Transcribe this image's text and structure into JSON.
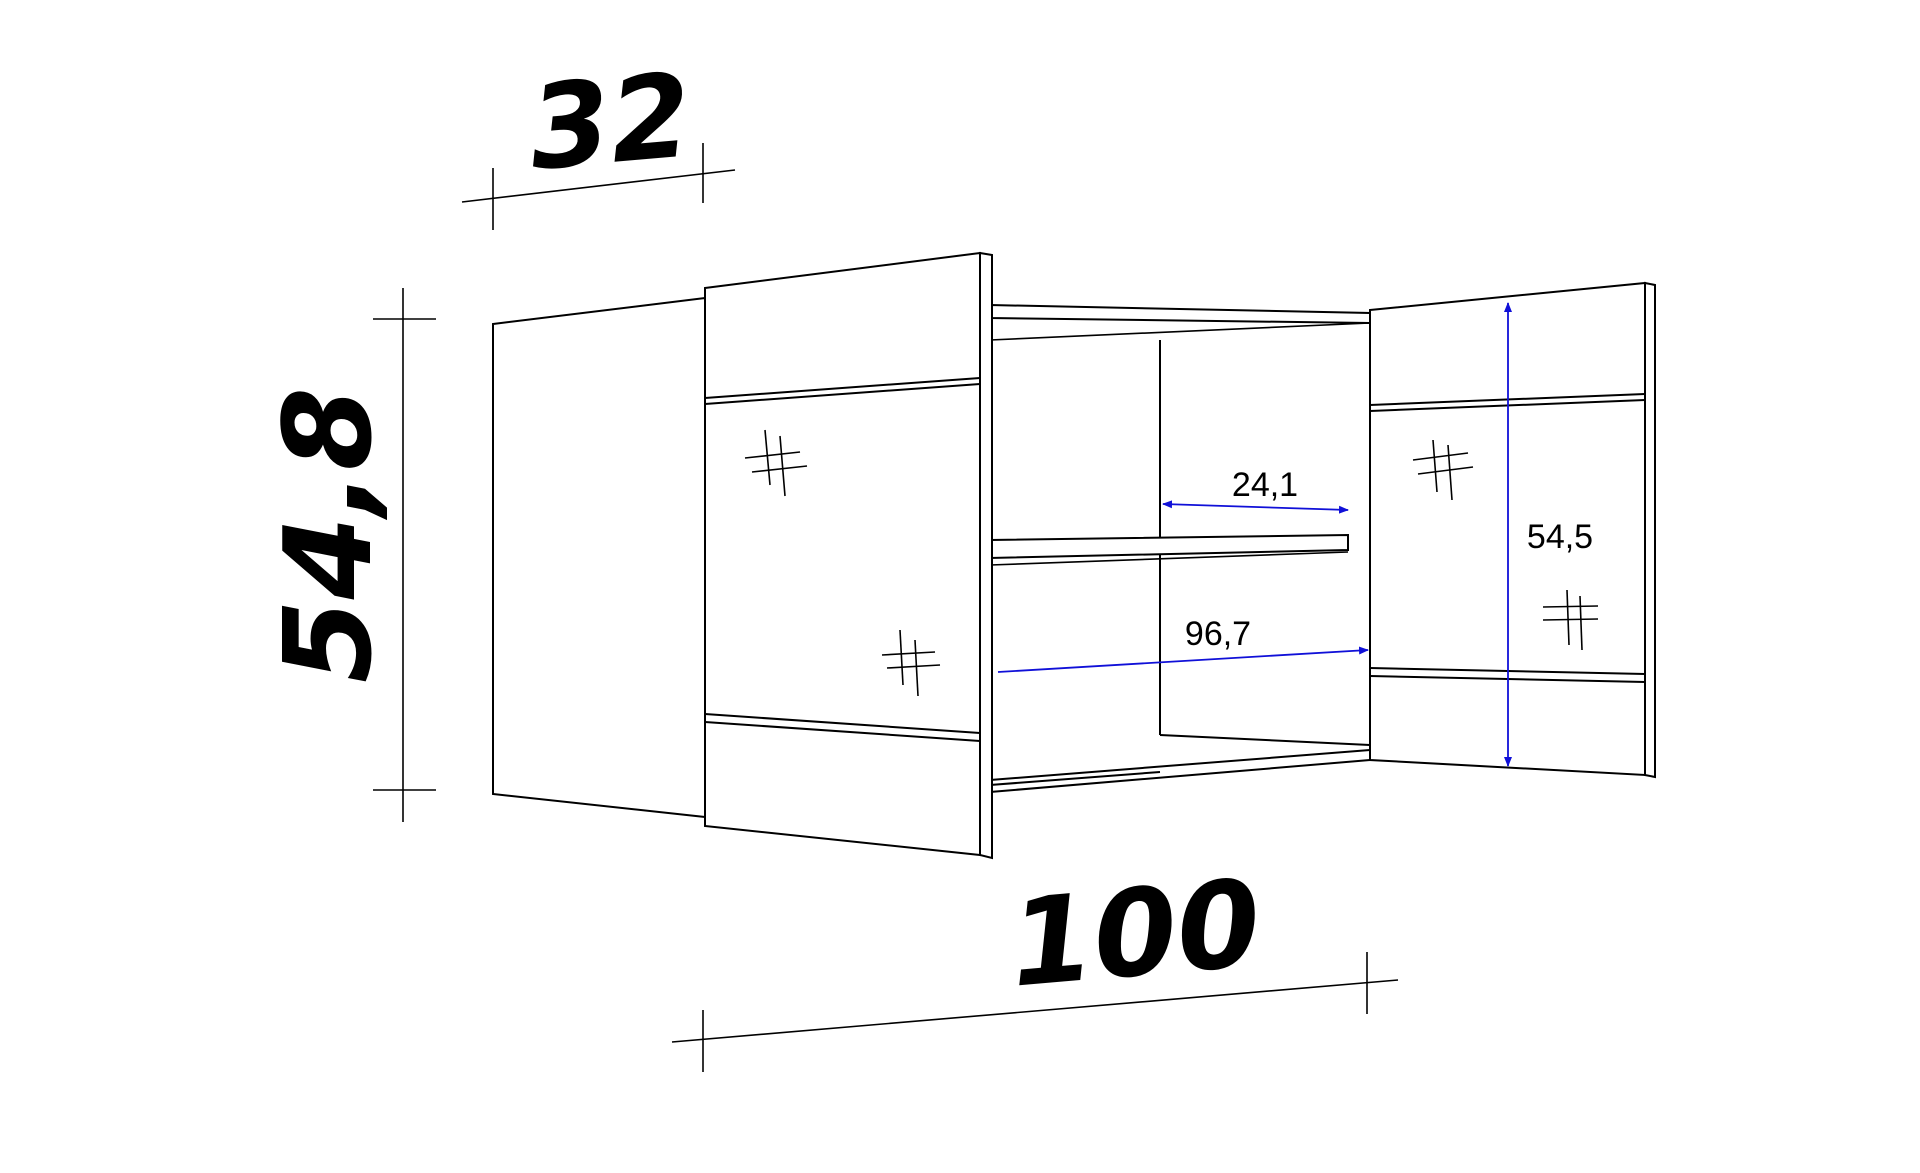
{
  "dimensions": {
    "depth": "32",
    "height": "54,8",
    "width": "100",
    "shelf_depth": "24,1",
    "inner_width": "96,7",
    "inner_height": "54,5"
  },
  "colors": {
    "outline": "#000000",
    "inner_dimension": "#1010d8",
    "background": "#ffffff"
  }
}
